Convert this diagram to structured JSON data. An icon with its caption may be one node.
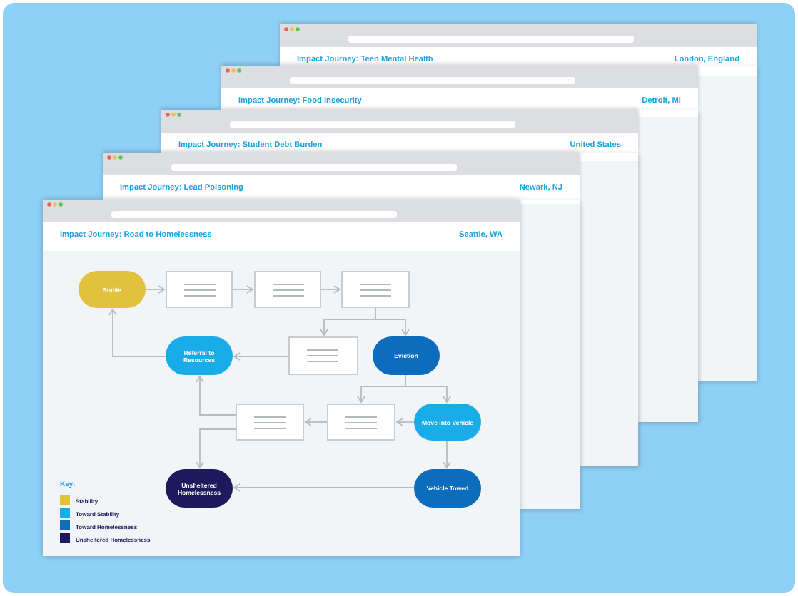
{
  "diagram": {
    "nodes": [
      {
        "text": [
          "Impact Journey:  Teen Mental Health",
          "London, England"
        ]
      },
      {
        "text": [
          "Impact Journey:  Food Insecurity",
          "Detroit, MI"
        ]
      },
      {
        "text": [
          "Impact Journey:  Student Debt Burden",
          "United States"
        ]
      },
      {
        "text": [
          "Impact Journey:  Lead Poisoning",
          "Newark, NJ"
        ]
      },
      {
        "text": [
          "Impact Journey: Road to Homelessness",
          "Seattle, WA"
        ]
      },
      {
        "text": [
          "Stable"
        ],
        "in": 4
      },
      {
        "text": [],
        "shape": "box",
        "in": 4
      },
      {
        "text": [],
        "shape": "box",
        "in": 4
      },
      {
        "text": [],
        "shape": "box",
        "in": 4
      },
      {
        "text": [
          "Referral to Resources"
        ],
        "in": 4
      },
      {
        "text": [],
        "shape": "box",
        "in": 4
      },
      {
        "text": [
          "Eviction"
        ],
        "in": 4
      },
      {
        "text": [],
        "shape": "box",
        "in": 4
      },
      {
        "text": [],
        "shape": "box",
        "in": 4
      },
      {
        "text": [
          "Move into Vehicle"
        ],
        "in": 4
      },
      {
        "text": [
          "Unsheltered Homelessness"
        ],
        "in": 4
      },
      {
        "text": [
          "Vehicle Towed"
        ],
        "in": 4
      }
    ],
    "edges": [
      {
        "from": 5,
        "to": 6,
        "arrow": "to"
      },
      {
        "from": 6,
        "to": 7,
        "arrow": "to"
      },
      {
        "from": 7,
        "to": 8,
        "arrow": "to"
      },
      {
        "from": 8,
        "to": 10,
        "arrow": "to"
      },
      {
        "from": 8,
        "to": 11,
        "arrow": "to"
      },
      {
        "from": 10,
        "to": 9,
        "arrow": "to"
      },
      {
        "from": 9,
        "to": 5,
        "arrow": "to"
      },
      {
        "from": 11,
        "to": 13,
        "arrow": "to"
      },
      {
        "from": 11,
        "to": 14,
        "arrow": "to"
      },
      {
        "from": 14,
        "to": 13,
        "arrow": "to"
      },
      {
        "from": 13,
        "to": 12,
        "arrow": "to"
      },
      {
        "from": 12,
        "to": 9,
        "arrow": "to"
      },
      {
        "from": 12,
        "to": 15,
        "arrow": "to"
      },
      {
        "from": 14,
        "to": 16,
        "arrow": "to"
      },
      {
        "from": 16,
        "to": 15,
        "arrow": "to"
      }
    ],
    "labels": [
      "Key:"
    ],
    "legend": [
      {
        "text": "Stability",
        "color": "#e2c13f"
      },
      {
        "text": "Toward Stability",
        "color": "#1aace8"
      },
      {
        "text": "Toward Homelessness",
        "color": "#0b6dbb"
      },
      {
        "text": "Unsheltered Homelessness",
        "color": "#1c1a5c"
      }
    ]
  }
}
